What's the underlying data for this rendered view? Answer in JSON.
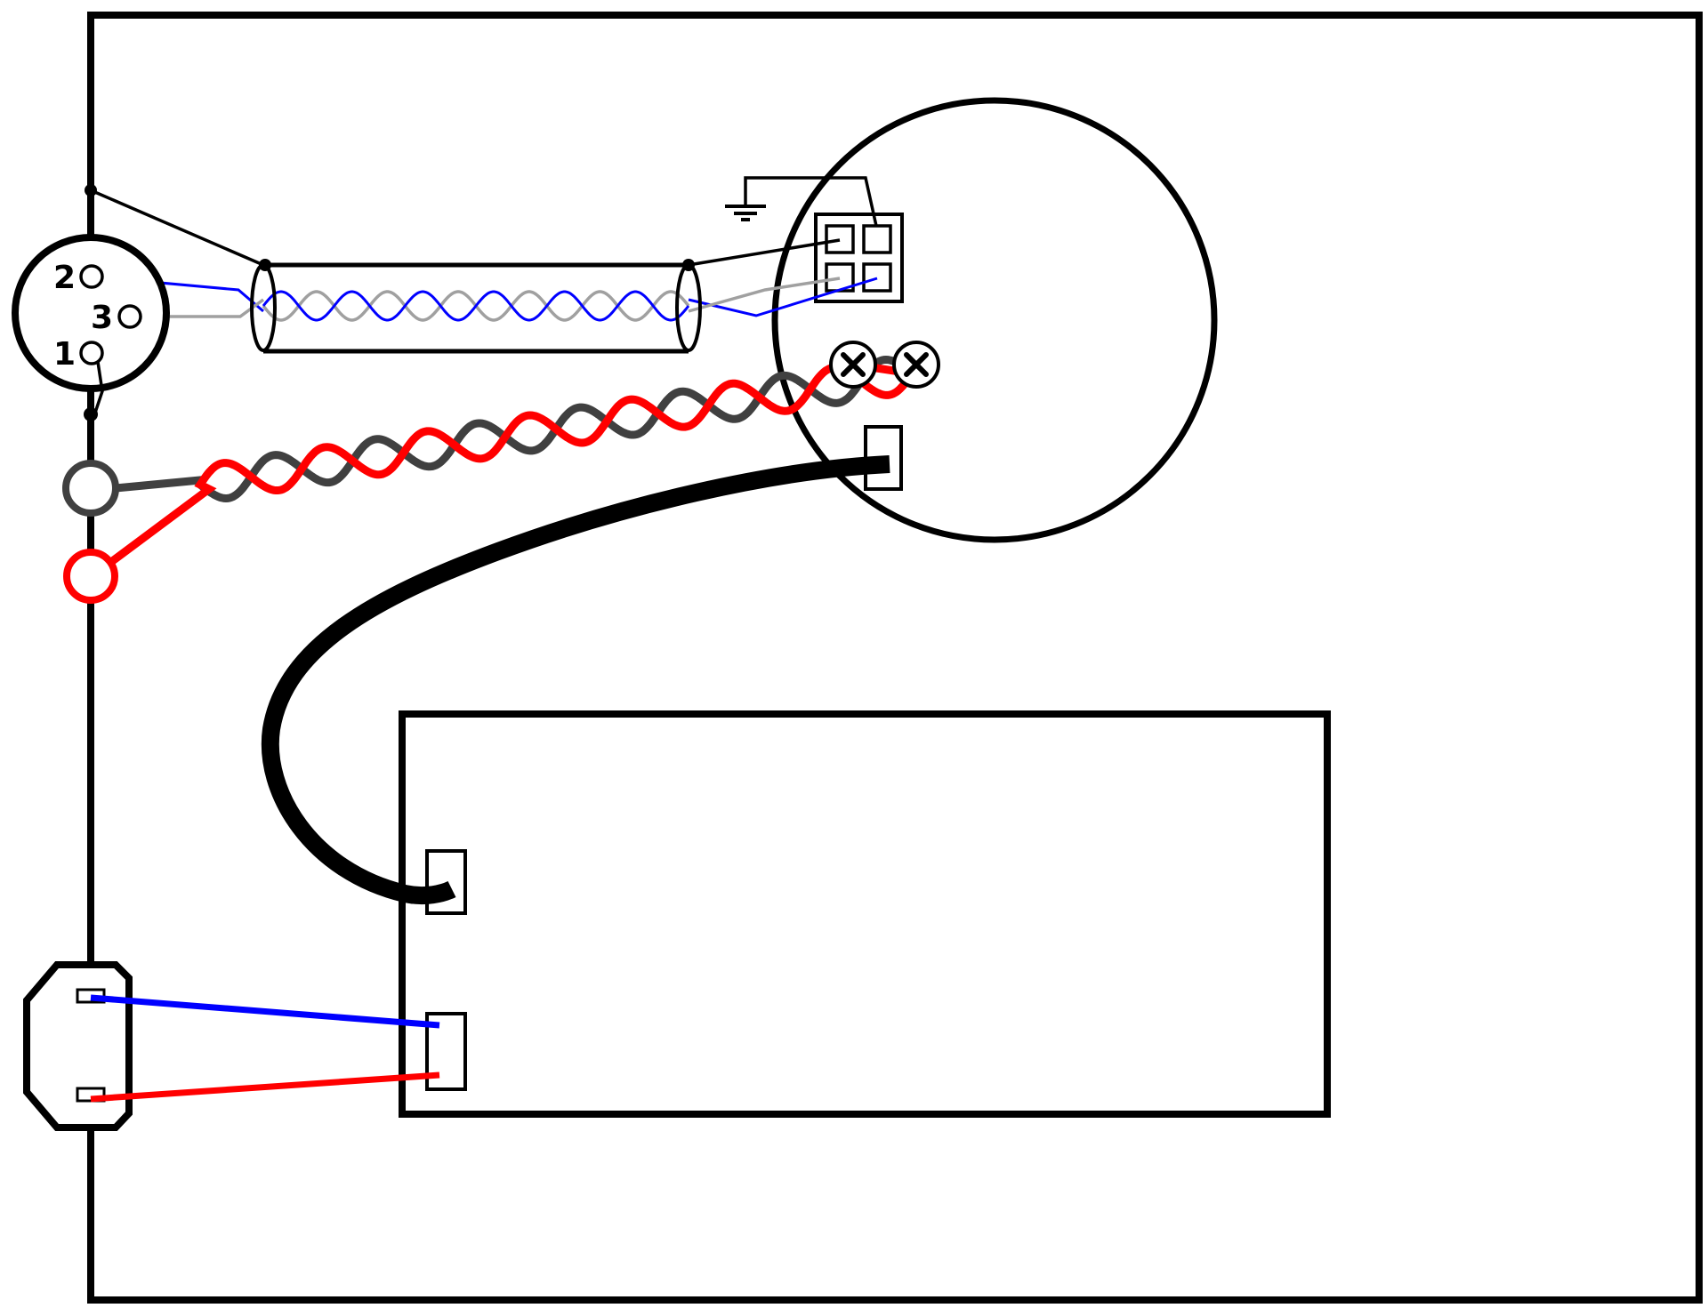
{
  "xlr_connector": {
    "pins": [
      {
        "label": "2",
        "wire": "blue"
      },
      {
        "label": "3",
        "wire": "grey"
      },
      {
        "label": "1",
        "wire": "black"
      }
    ]
  },
  "colors": {
    "outline": "#000000",
    "signal_hot": "#0000ff",
    "signal_cold": "#a0a0a0",
    "speaker_positive": "#ff0000",
    "speaker_negative": "#404040",
    "mains_live": "#ff0000",
    "mains_neutral": "#0000ff"
  }
}
